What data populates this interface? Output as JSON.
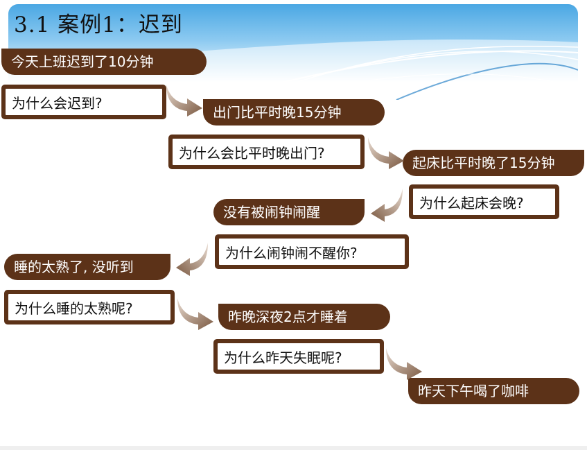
{
  "slide": {
    "title": "3.1 案例1：迟到",
    "colors": {
      "box": "#5c3218",
      "arrow": "#8a6a55",
      "banner": "#4aa7e3"
    }
  },
  "steps": {
    "a1": "今天上班迟到了10分钟",
    "q1": "为什么会迟到?",
    "a2": "出门比平时晚15分钟",
    "q2": "为什么会比平时晚出门?",
    "a3": "起床比平时晚了15分钟",
    "q3": "为什么起床会晚?",
    "a4": "没有被闹钟闹醒",
    "q4": "为什么闹钟闹不醒你?",
    "a5": "睡的太熟了, 没听到",
    "q5": "为什么睡的太熟呢?",
    "a6": "昨晚深夜2点才睡着",
    "q6": "为什么昨天失眠呢?",
    "a7": "昨天下午喝了咖啡"
  }
}
